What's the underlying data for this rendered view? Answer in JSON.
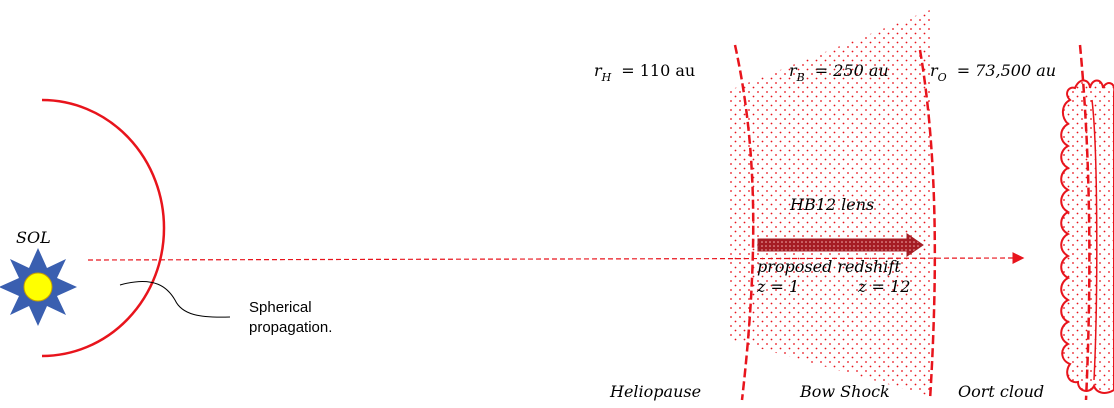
{
  "labels": {
    "sun": "SOL",
    "annotation_line1": "Spherical",
    "annotation_line2": "propagation.",
    "lens": "HB12 lens",
    "redshift": "proposed redshift",
    "z_start": "z = 1",
    "z_end": "z = 12",
    "heliopause": "Heliopause",
    "bow_shock": "Bow Shock",
    "oort_cloud": "Oort cloud"
  },
  "radii": {
    "heliopause": {
      "symbol": "r",
      "subscript": "H",
      "value": "= 110 au"
    },
    "bow_shock": {
      "symbol": "r",
      "subscript": "B",
      "value": "= 250 au"
    },
    "oort": {
      "symbol": "r",
      "subscript": "O",
      "value": "= 73,500 au"
    }
  },
  "colors": {
    "red": "#e8141c",
    "dark_red": "#a51c24",
    "sun_fill": "#ffff00",
    "sun_rays": "#3a5fb0"
  }
}
